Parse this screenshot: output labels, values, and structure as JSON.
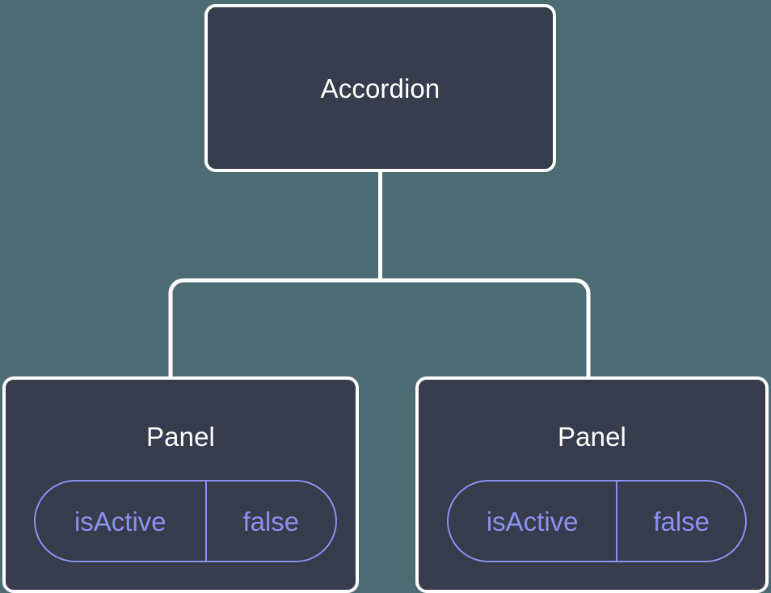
{
  "canvas": {
    "background_color": "#4d6b73",
    "node_fill_color": "#373d4c",
    "node_border_color": "#ffffff",
    "edge_color": "#ffffff",
    "prop_accent_color": "#8b8fef"
  },
  "tree": {
    "root": {
      "label": "Accordion"
    },
    "children": [
      {
        "label": "Panel",
        "props": [
          {
            "key": "isActive",
            "value": "false"
          }
        ]
      },
      {
        "label": "Panel",
        "props": [
          {
            "key": "isActive",
            "value": "false"
          }
        ]
      }
    ]
  }
}
